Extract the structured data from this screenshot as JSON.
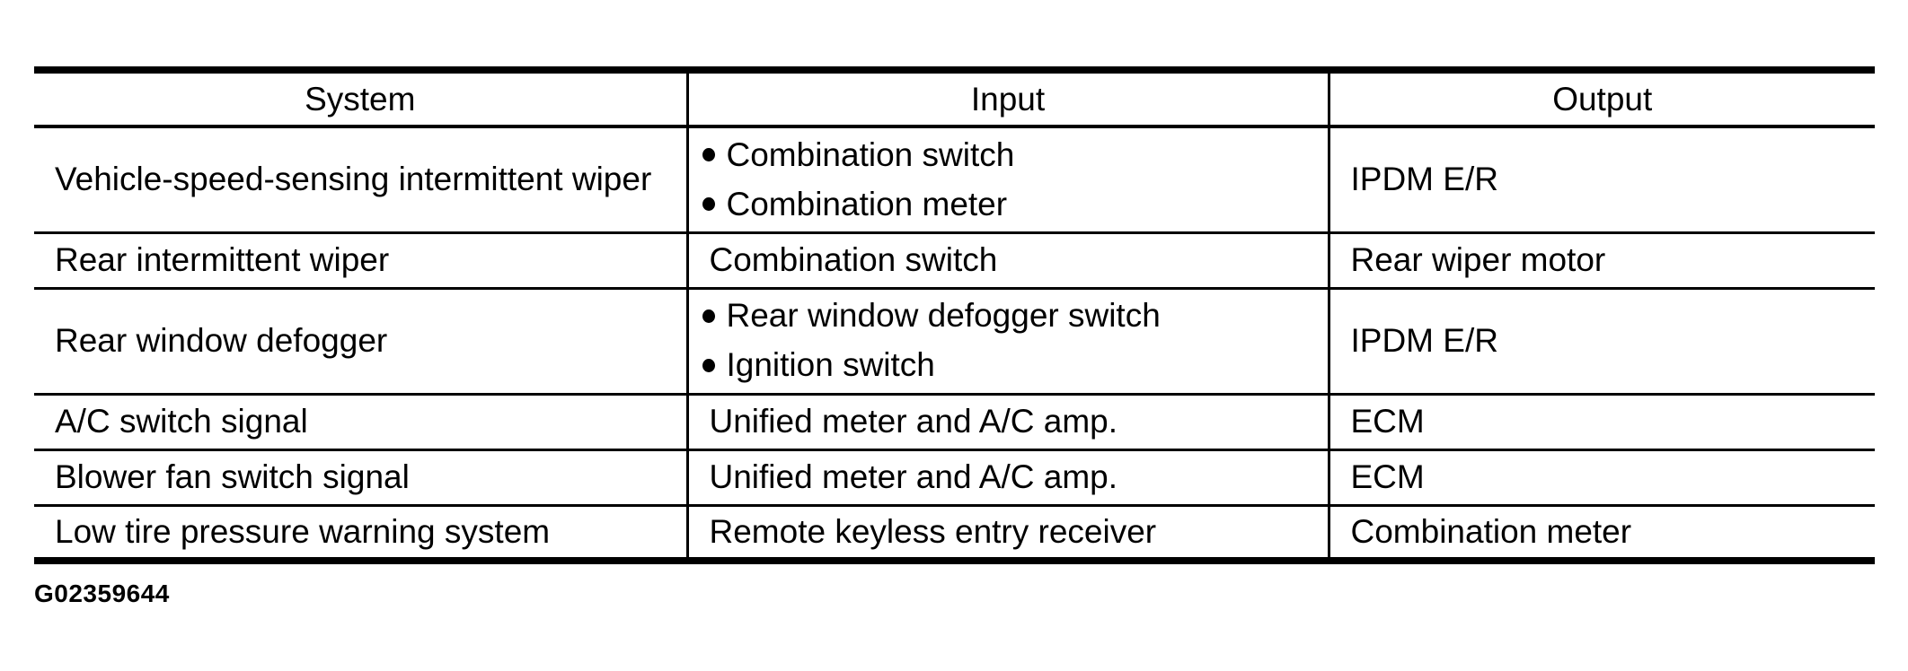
{
  "table": {
    "headers": [
      "System",
      "Input",
      "Output"
    ],
    "rows": [
      {
        "system": "Vehicle-speed-sensing intermittent wiper",
        "inputs": [
          "Combination switch",
          "Combination meter"
        ],
        "output": "IPDM E/R"
      },
      {
        "system": "Rear intermittent wiper",
        "inputs": [
          "Combination switch"
        ],
        "output": "Rear wiper motor"
      },
      {
        "system": "Rear window defogger",
        "inputs": [
          "Rear window defogger switch",
          "Ignition switch"
        ],
        "output": "IPDM E/R"
      },
      {
        "system": "A/C switch signal",
        "inputs": [
          "Unified meter and A/C amp."
        ],
        "output": "ECM"
      },
      {
        "system": "Blower fan switch signal",
        "inputs": [
          "Unified meter and A/C amp."
        ],
        "output": "ECM"
      },
      {
        "system": "Low tire pressure warning system",
        "inputs": [
          "Remote keyless entry receiver"
        ],
        "output": "Combination meter"
      }
    ],
    "figure_id": "G02359644"
  },
  "colors": {
    "text": "#000000",
    "background": "#ffffff",
    "line": "#000000"
  }
}
